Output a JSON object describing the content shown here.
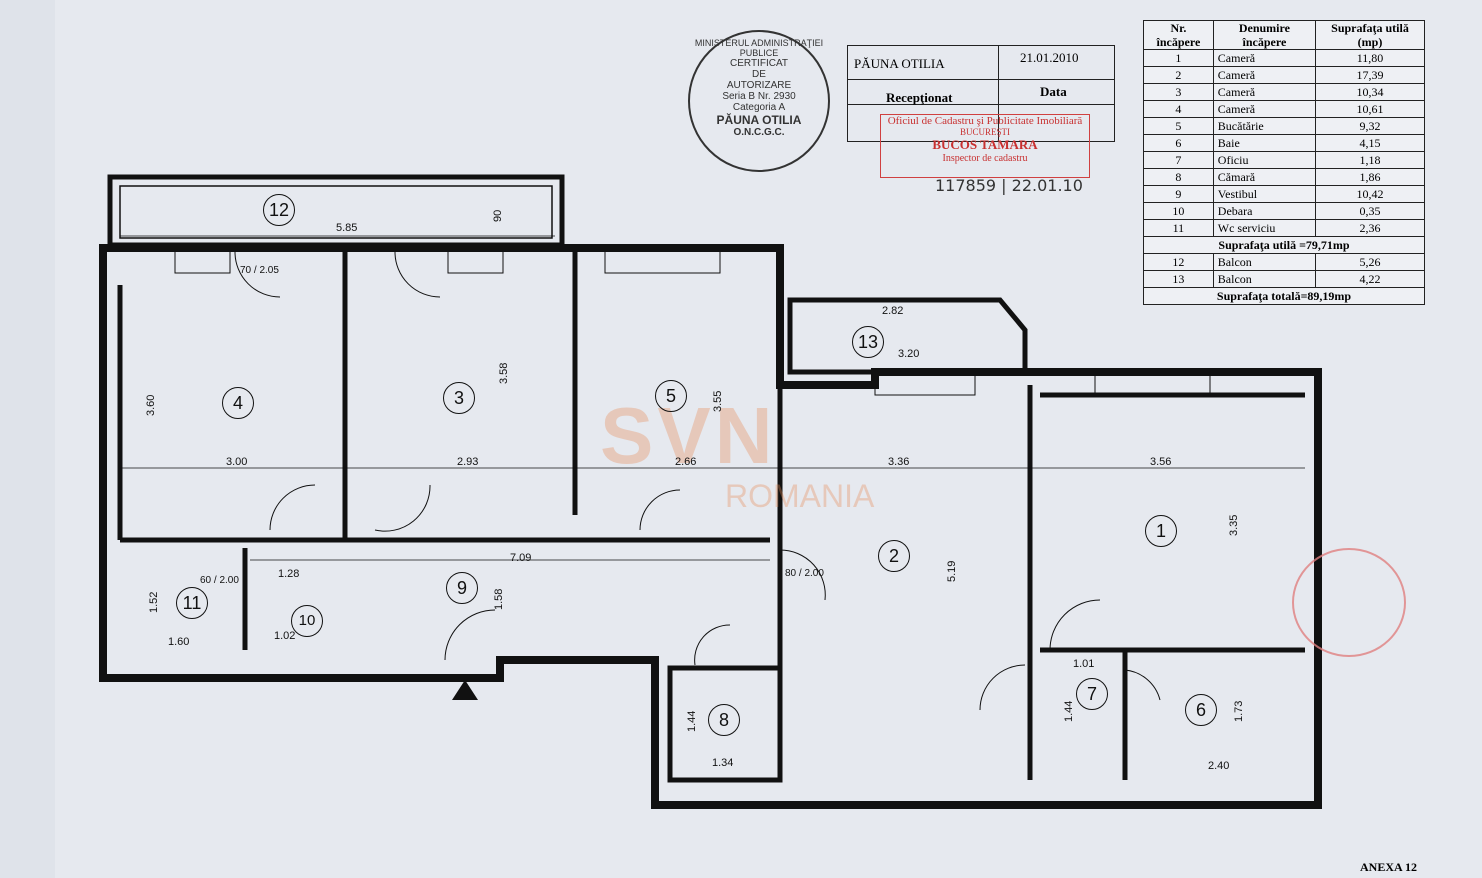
{
  "rooms_table": {
    "headers": [
      "Nr. încăpere",
      "Denumire încăpere",
      "Suprafaţa utilă (mp)"
    ],
    "rows": [
      [
        "1",
        "Cameră",
        "11,80"
      ],
      [
        "2",
        "Cameră",
        "17,39"
      ],
      [
        "3",
        "Cameră",
        "10,34"
      ],
      [
        "4",
        "Cameră",
        "10,61"
      ],
      [
        "5",
        "Bucătărie",
        "9,32"
      ],
      [
        "6",
        "Baie",
        "4,15"
      ],
      [
        "7",
        "Oficiu",
        "1,18"
      ],
      [
        "8",
        "Cămară",
        "1,86"
      ],
      [
        "9",
        "Vestibul",
        "10,42"
      ],
      [
        "10",
        "Debara",
        "0,35"
      ],
      [
        "11",
        "Wc serviciu",
        "2,36"
      ]
    ],
    "subtotal": "Suprafaţa utilă =79,71mp",
    "balconies": [
      [
        "12",
        "Balcon",
        "5,26"
      ],
      [
        "13",
        "Balcon",
        "4,22"
      ]
    ],
    "total": "Suprafaţa totală=89,19mp"
  },
  "reception": {
    "name": "PĂUNA OTILIA",
    "date": "21.01.2010",
    "received_label": "Recepţionat",
    "date_label": "Data",
    "handwritten": "117859 | 22.01.10"
  },
  "stamp": {
    "ring": "MINISTERUL ADMINISTRAŢIEI PUBLICE",
    "lines": [
      "CERTIFICAT",
      "DE",
      "AUTORIZARE",
      "Seria B Nr. 2930",
      "Categoria A",
      "PĂUNA OTILIA",
      "O.N.C.G.C."
    ]
  },
  "red_stamp": {
    "office": "Oficiul de Cadastru şi Publicitate Imobiliară",
    "city": "BUCUREŞTI",
    "name": "BUCOS TAMARA",
    "role": "Inspector de cadastru"
  },
  "watermark": {
    "brand": "SVN",
    "sub": "ROMANIA"
  },
  "room_numbers": [
    "1",
    "2",
    "3",
    "4",
    "5",
    "6",
    "7",
    "8",
    "9",
    "10",
    "11",
    "12",
    "13"
  ],
  "dims": {
    "d585": "5.85",
    "d90": "90",
    "d300": "3.00",
    "d293": "2.93",
    "d266": "2.66",
    "d336": "3.36",
    "d356": "3.56",
    "d360": "3.60",
    "d358": "3.58",
    "d355": "3.55",
    "d335": "3.35",
    "d519": "5.19",
    "d709": "7.09",
    "d282": "2.82",
    "d320": "3.20",
    "d160": "1.60",
    "d102": "1.02",
    "d134": "1.34",
    "d240": "2.40",
    "d101": "1.01",
    "d152a": "1.52",
    "d158": "1.58",
    "d173": "1.73",
    "d144a": "1.44",
    "d144b": "1.44",
    "d128": "1.28",
    "door80": "80 / 2.00",
    "door60": "60 / 2.00",
    "door70": "70 / 2.05"
  },
  "footer": {
    "annex": "ANEXA 12"
  }
}
